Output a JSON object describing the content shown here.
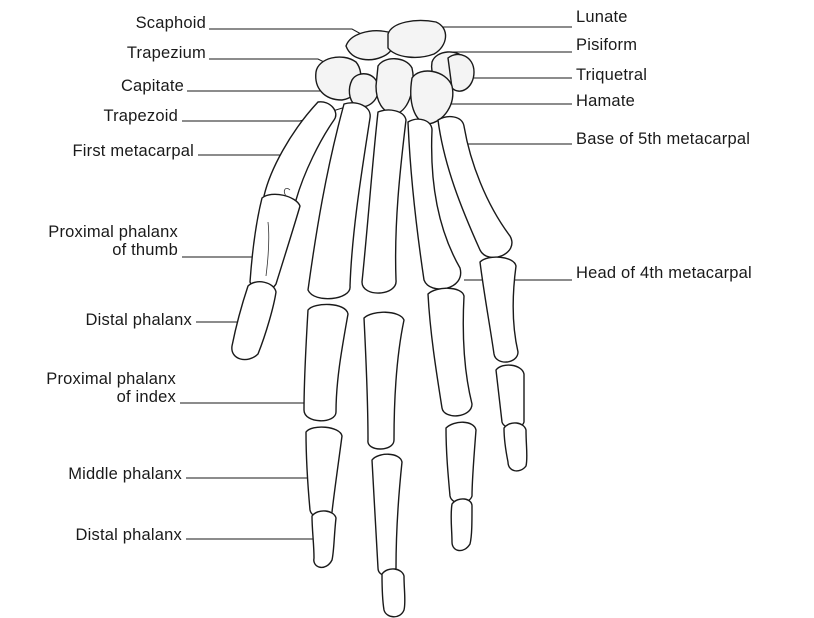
{
  "labels_left": {
    "scaphoid": "Scaphoid",
    "trapezium": "Trapezium",
    "capitate": "Capitate",
    "trapezoid": "Trapezoid",
    "first_metacarpal": "First metacarpal",
    "proximal_phalanx_thumb_line1": "Proximal phalanx",
    "proximal_phalanx_thumb_line2": "of thumb",
    "distal_phalanx_thumb": "Distal phalanx",
    "proximal_phalanx_index_line1": "Proximal phalanx",
    "proximal_phalanx_index_line2": "of index",
    "middle_phalanx": "Middle phalanx",
    "distal_phalanx_index": "Distal phalanx"
  },
  "labels_right": {
    "lunate": "Lunate",
    "pisiform": "Pisiform",
    "triquetral": "Triquetral",
    "hamate": "Hamate",
    "base_5th_metacarpal": "Base of 5th metacarpal",
    "head_4th_metacarpal": "Head of 4th metacarpal"
  },
  "colors": {
    "ink": "#1a1a1a",
    "bone_fill": "#ffffff",
    "background": "#ffffff"
  },
  "diagram_icon": "hand-skeleton-dorsal-view"
}
